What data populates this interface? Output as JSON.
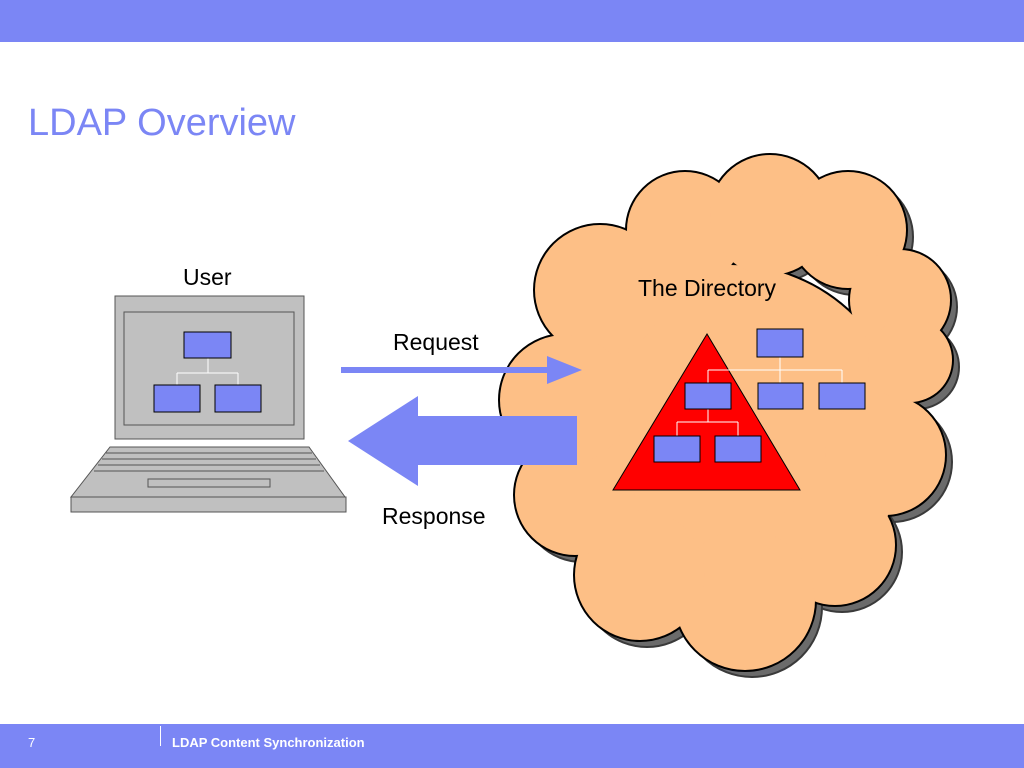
{
  "slide": {
    "title": "LDAP Overview",
    "page_number": "7",
    "footer_text": "LDAP Content Synchronization"
  },
  "diagram": {
    "user_label": "User",
    "directory_label": "The Directory",
    "request_label": "Request",
    "response_label": "Response"
  },
  "colors": {
    "accent": "#7b86f5",
    "cloud_fill": "#fdbf86",
    "triangle_fill": "#ff0000",
    "node_fill": "#7b86f5",
    "laptop_gray": "#c0c0c0"
  }
}
